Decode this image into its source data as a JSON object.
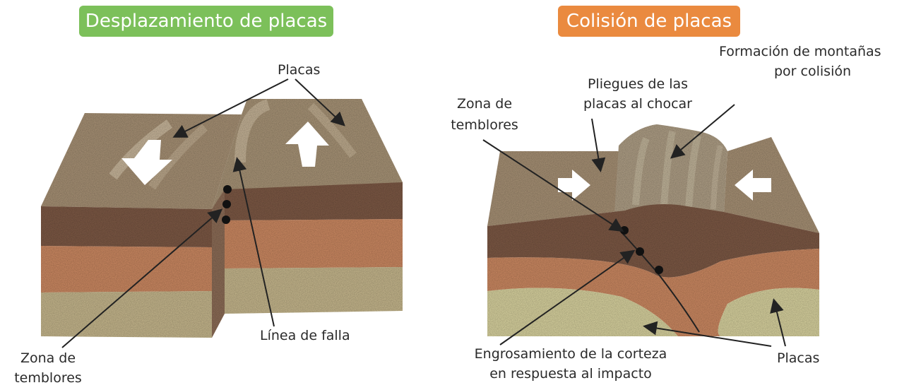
{
  "left_panel": {
    "title": "Desplazamiento de placas",
    "title_color": "#7cc05a",
    "labels": {
      "placas": "Placas",
      "linea_falla": "Línea de falla",
      "zona_temblores_1": "Zona de",
      "zona_temblores_2": "temblores"
    }
  },
  "right_panel": {
    "title": "Colisión de placas",
    "title_color": "#ea8a3f",
    "labels": {
      "formacion_1": "Formación de montañas",
      "formacion_2": "por colisión",
      "pliegues_1": "Pliegues de las",
      "pliegues_2": "placas al chocar",
      "zona_temblores_1": "Zona de",
      "zona_temblores_2": "temblores",
      "engrosamiento_1": "Engrosamiento de la corteza",
      "engrosamiento_2": "en respuesta al impacto",
      "placas": "Placas"
    }
  },
  "colors": {
    "surface": "#a89276",
    "layer_brown": "#7e5a46",
    "layer_orange": "#cd8a63",
    "layer_sand": "#c7b88e",
    "mantle_pale": "#d9d3a0"
  }
}
